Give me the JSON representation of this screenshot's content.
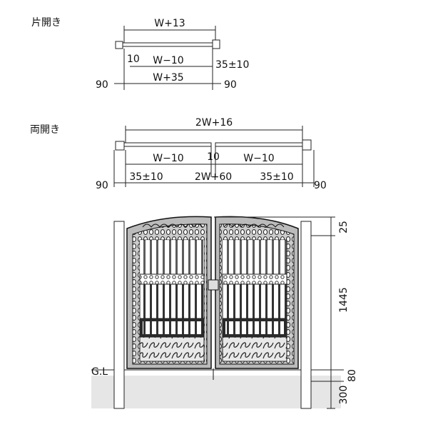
{
  "single_swing": {
    "title": "片開き",
    "overall": "W+13",
    "leaf": "W−10",
    "gap_left": "10",
    "clearance_right": "35±10",
    "post_span": "W+35",
    "post_left": "90",
    "post_right": "90"
  },
  "double_swing": {
    "title": "両開き",
    "overall": "2W+16",
    "leaf_left": "W−10",
    "center_gap": "10",
    "leaf_right": "W−10",
    "clearance_left": "35±10",
    "post_span": "2W+60",
    "clearance_right": "35±10",
    "post_left": "90",
    "post_right": "90"
  },
  "elevation": {
    "ground_label": "G.L",
    "arch_height": "25",
    "gate_height": "1445",
    "ground_clearance": "80",
    "foundation_depth": "300"
  }
}
